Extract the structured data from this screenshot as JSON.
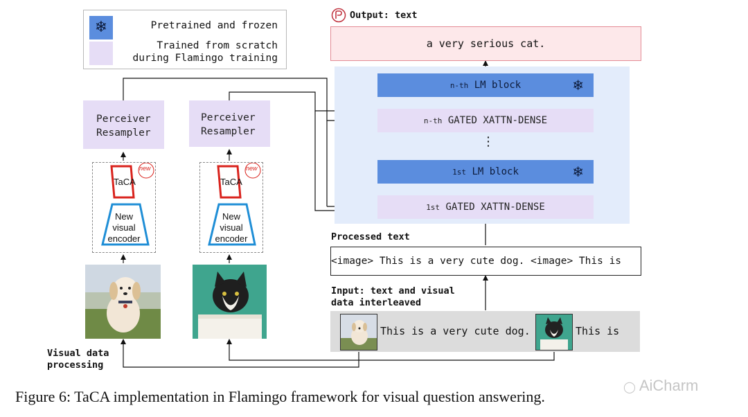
{
  "legend": {
    "frozen_label": "Pretrained and frozen",
    "trained_label_1": "Trained from scratch",
    "trained_label_2": "during Flamingo training",
    "snowflake": "❄"
  },
  "output": {
    "heading": "Output: text",
    "text": "a very serious cat."
  },
  "lm_stack": {
    "nth_lm_prefix": "n-th",
    "lm_label": "LM block",
    "nth_xattn_prefix": "n-th",
    "xattn_label": "GATED XATTN-DENSE",
    "first_prefix": "1st",
    "ellipsis": "⋮"
  },
  "processed": {
    "heading": "Processed text",
    "text": "<image> This is a very cute dog. <image> This is"
  },
  "input": {
    "heading_1": "Input: text and visual",
    "heading_2": "data interleaved",
    "text_1": "This is a very cute dog.",
    "text_2": "This is"
  },
  "vision": {
    "perceiver_1": "Perceiver",
    "perceiver_2": "Resampler",
    "taca": "TaCA",
    "new_badge": "new",
    "encoder_1": "New",
    "encoder_2": "visual",
    "encoder_3": "encoder",
    "processing_1": "Visual data",
    "processing_2": "processing"
  },
  "caption": "Figure 6: TaCA implementation in Flamingo framework for visual question answering.",
  "watermark": "AiCharm",
  "colors": {
    "frozen_blue": "#5b8dde",
    "trained_purple": "#e6ddf6",
    "lm_area": "#e3ecfb",
    "output_pink": "#fde8ea",
    "taca_red": "#d9231d",
    "encoder_blue": "#1f8ed6"
  }
}
